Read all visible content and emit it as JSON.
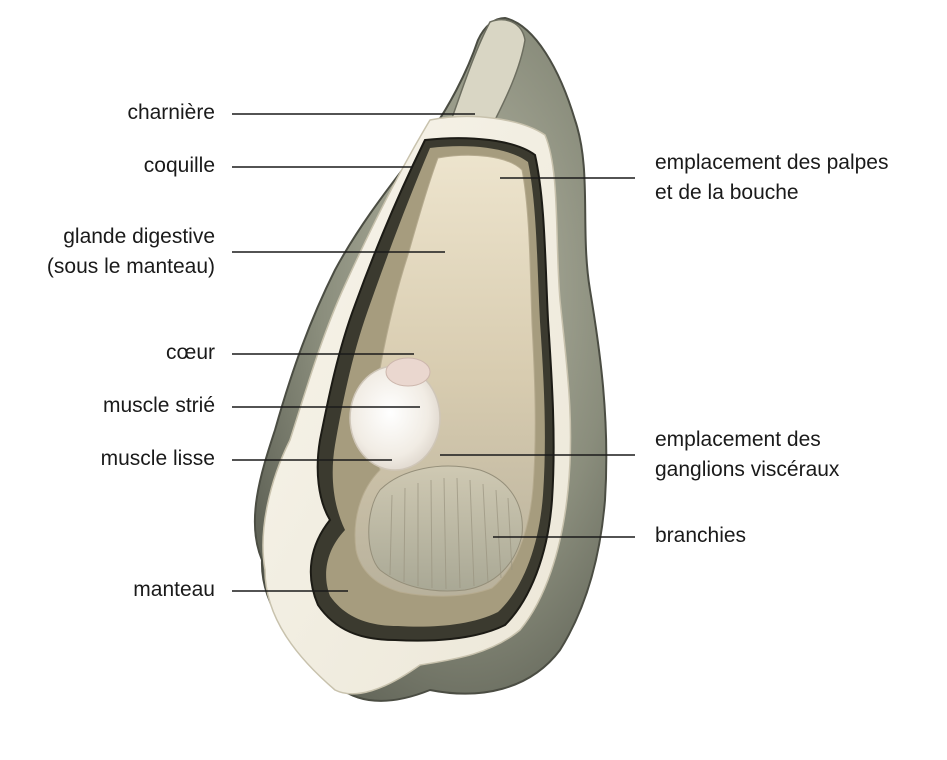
{
  "labels_left": [
    {
      "id": "charniere",
      "lines": [
        "charnière"
      ]
    },
    {
      "id": "coquille",
      "lines": [
        "coquille"
      ]
    },
    {
      "id": "glande-digestive",
      "lines": [
        "glande digestive",
        "(sous le manteau)"
      ]
    },
    {
      "id": "coeur",
      "lines": [
        "cœur"
      ]
    },
    {
      "id": "muscle-strie",
      "lines": [
        "muscle strié"
      ]
    },
    {
      "id": "muscle-lisse",
      "lines": [
        "muscle lisse"
      ]
    },
    {
      "id": "manteau",
      "lines": [
        "manteau"
      ]
    }
  ],
  "labels_right": [
    {
      "id": "palpes-bouche",
      "lines": [
        "emplacement des palpes",
        "et de la bouche"
      ]
    },
    {
      "id": "ganglions",
      "lines": [
        "emplacement des",
        "ganglions viscéraux"
      ]
    },
    {
      "id": "branchies",
      "lines": [
        "branchies"
      ]
    }
  ],
  "colors": {
    "background": "#ffffff",
    "text": "#1a1a1a",
    "leader_line": "#1a1a1a",
    "shell_outer": "#8a8d7c",
    "nacre": "#f4f1e6",
    "flesh": "#d9d0b8",
    "mantle_dark": "#2c2a22",
    "muscle": "#f2eee8"
  }
}
